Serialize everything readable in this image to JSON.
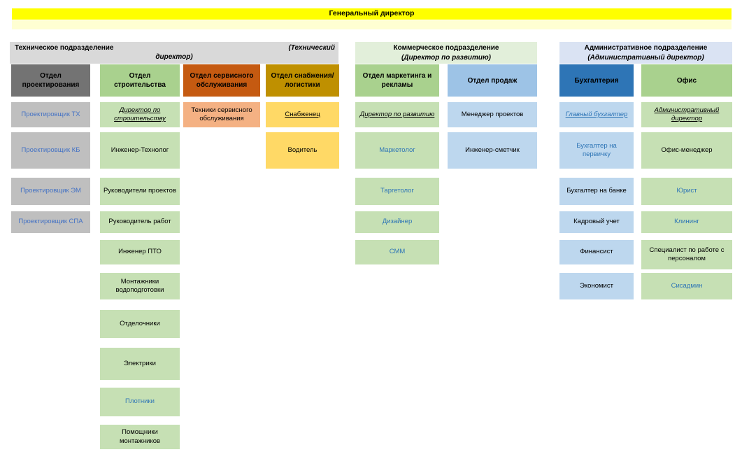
{
  "banner": {
    "label": "Генеральный директор"
  },
  "sections": {
    "technical": {
      "title": "Техническое подразделение",
      "subtitle_right": "(Технический",
      "subtitle_wrap": "директор)"
    },
    "commercial": {
      "title": "Коммерческое подразделение",
      "subtitle": "(Директор по развитию)"
    },
    "administrative": {
      "title": "Административное подразделение",
      "subtitle": "(Административный директор)"
    }
  },
  "departments": {
    "design": {
      "title": "Отдел проектирования"
    },
    "construction": {
      "title": "Отдел строительства"
    },
    "service": {
      "title": "Отдел сервисного обслуживания"
    },
    "supply": {
      "title": "Отдел снабжения/ логистики"
    },
    "marketing": {
      "title": "Отдел маркетинга и рекламы"
    },
    "sales": {
      "title": "Отдел продаж"
    },
    "accounting": {
      "title": "Бухгалтерия"
    },
    "office": {
      "title": "Офис"
    }
  },
  "roles": {
    "design": [
      "Проектировщик ТХ",
      "Проектировщик КБ",
      "Проектировщик ЭМ",
      "Проектировщик СПА"
    ],
    "construction": [
      "Директор по строительству",
      "Инженер-Технолог",
      "Руководители проектов",
      "Руководитель работ",
      "Инженер ПТО",
      "Монтажники водоподготовки",
      "Отделочники",
      "Электрики",
      "Плотники",
      "Помощники монтажников"
    ],
    "service": [
      "Техники сервисного обслуживания"
    ],
    "supply": [
      "Снабженец",
      "Водитель"
    ],
    "marketing": [
      "Директор по развитию",
      "Маркетолог",
      "Таргетолог",
      "Дизайнер",
      "СММ"
    ],
    "sales": [
      "Менеджер проектов",
      "Инженер-сметчик"
    ],
    "accounting": [
      "Главный бухгалтер",
      "Бухгалтер на первичку",
      "Бухгалтер на банке",
      "Кадровый учет",
      "Финансист",
      "Экономист"
    ],
    "office": [
      "Административный директор",
      "Офис-менеджер",
      "Юрист",
      "Клининг",
      "Специалист по работе с персоналом",
      "Сисадмин"
    ]
  },
  "colors": {
    "banner_bg": "#FFFF00",
    "banner_strip_bg": "#FFFFD2",
    "technical_section_bg": "#D9D9D9",
    "commercial_section_bg": "#E2EFDA",
    "administrative_section_bg": "#DAE3F3",
    "design_header_bg": "#737373",
    "design_item_bg": "#BFBFBF",
    "green_header_bg": "#A9D18E",
    "green_item_bg": "#C6E0B4",
    "service_header_bg": "#C55A11",
    "service_item_bg": "#F4B183",
    "supply_header_bg": "#BF9000",
    "supply_item_bg": "#FFD966",
    "accounting_header_bg": "#2E75B6",
    "sales_header_bg": "#9DC3E6",
    "blue_item_bg": "#BDD7EE",
    "link_text": "#2E75B6",
    "design_text": "#4472C4"
  }
}
